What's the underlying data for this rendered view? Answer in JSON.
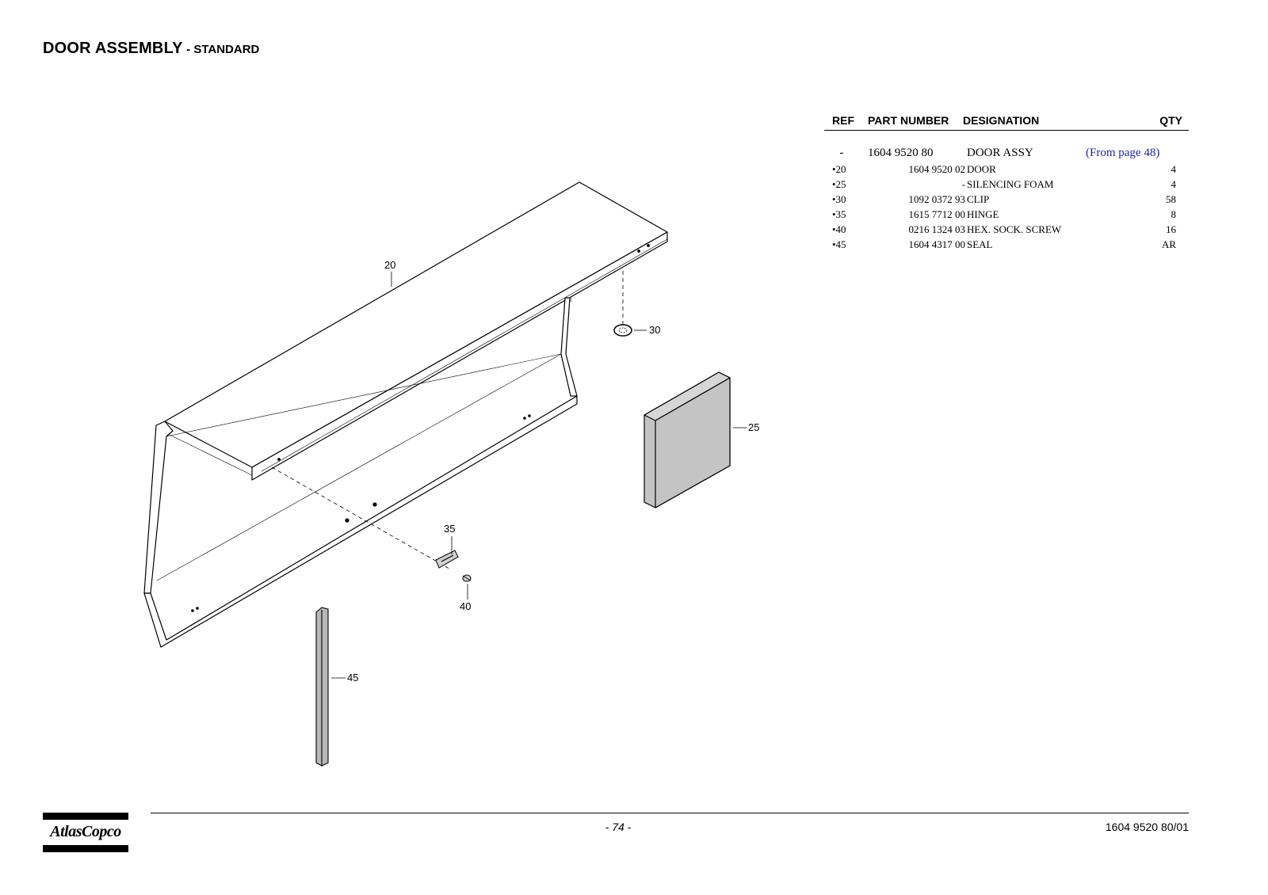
{
  "header": {
    "title": "DOOR ASSEMBLY",
    "subtitle": "- STANDARD"
  },
  "parts_table": {
    "columns": {
      "ref": "REF",
      "part_number": "PART NUMBER",
      "designation": "DESIGNATION",
      "qty": "QTY"
    },
    "main_item": {
      "ref": "-",
      "part_number": "1604 9520 80",
      "designation": "DOOR ASSY",
      "note": "(From page 48)"
    },
    "rows": [
      {
        "ref": "•20",
        "part_number": "1604 9520 02",
        "designation": "DOOR",
        "qty": "4"
      },
      {
        "ref": "•25",
        "part_number": "-",
        "designation": "SILENCING FOAM",
        "qty": "4"
      },
      {
        "ref": "•30",
        "part_number": "1092 0372 93",
        "designation": "CLIP",
        "qty": "58"
      },
      {
        "ref": "•35",
        "part_number": "1615 7712 00",
        "designation": "HINGE",
        "qty": "8"
      },
      {
        "ref": "•40",
        "part_number": "0216 1324 03",
        "designation": "HEX. SOCK. SCREW",
        "qty": "16"
      },
      {
        "ref": "•45",
        "part_number": "1604 4317 00",
        "designation": "SEAL",
        "qty": "AR"
      }
    ]
  },
  "callouts": {
    "c20": "20",
    "c25": "25",
    "c30": "30",
    "c35": "35",
    "c40": "40",
    "c45": "45"
  },
  "footer": {
    "brand": "AtlasCopco",
    "page": "- 74 -",
    "doc_number": "1604 9520 80/01"
  },
  "colors": {
    "note_blue": "#1f1fa8",
    "foam_gray": "#c4c4c4"
  }
}
